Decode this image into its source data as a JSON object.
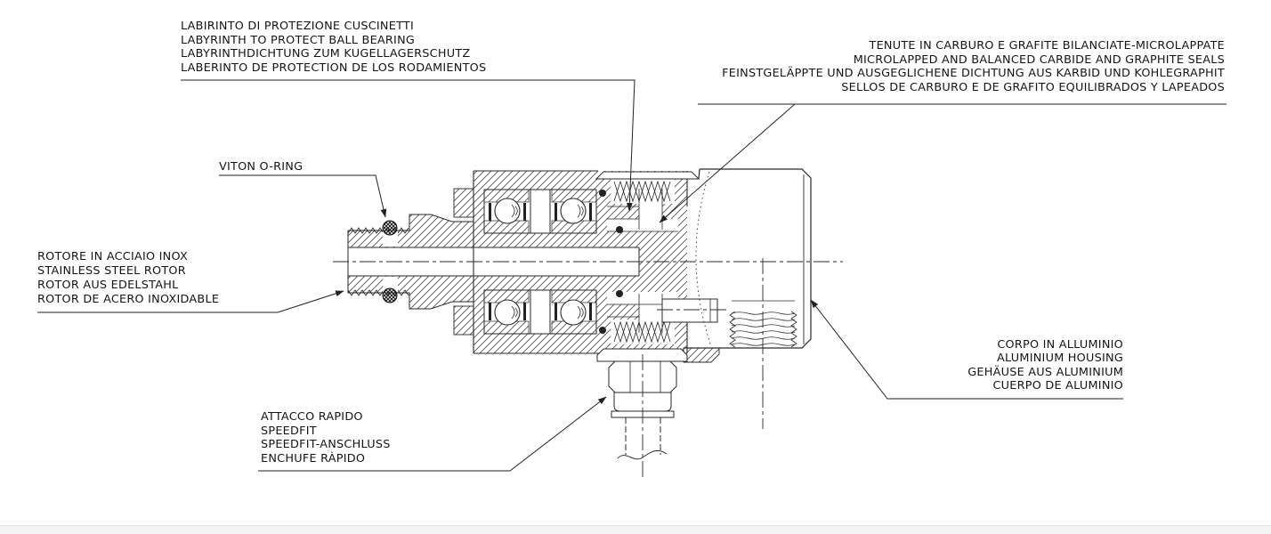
{
  "labels": {
    "labyrinth": {
      "lines": [
        "LABIRINTO DI PROTEZIONE CUSCINETTI",
        "LABYRINTH TO PROTECT BALL BEARING",
        "LABYRINTHDICHTUNG ZUM KUGELLAGERSCHUTZ",
        "LABERINTO DE PROTECTION DE LOS RODAMIENTOS"
      ]
    },
    "seals": {
      "lines": [
        "TENUTE IN CARBURO E GRAFITE BILANCIATE-MICROLAPPATE",
        "MICROLAPPED AND BALANCED CARBIDE AND GRAPHITE SEALS",
        "FEINSTGELÄPPTE UND AUSGEGLICHENE DICHTUNG AUS KARBID UND KOHLEGRAPHIT",
        "SELLOS DE CARBURO E DE GRAFITO EQUILIBRADOS Y LAPEADOS"
      ]
    },
    "viton": {
      "lines": [
        "VITON O-RING"
      ]
    },
    "rotor": {
      "lines": [
        "ROTORE IN ACCIAIO INOX",
        "STAINLESS STEEL ROTOR",
        "ROTOR AUS EDELSTAHL",
        "ROTOR DE ACERO INOXIDABLE"
      ]
    },
    "speedfit": {
      "lines": [
        "ATTACCO RAPIDO",
        "SPEEDFIT",
        "SPEEDFIT-ANSCHLUSS",
        "ENCHUFE RÀPIDO"
      ]
    },
    "housing": {
      "lines": [
        "CORPO IN ALLUMINIO",
        "ALUMINIUM HOUSING",
        "GEHÄUSE AUS ALUMINIUM",
        "CUERPO DE ALUMINIO"
      ]
    }
  },
  "colors": {
    "line": "#2a2a2a",
    "background": "#ffffff",
    "footer_bar": "#f3f3f3"
  }
}
